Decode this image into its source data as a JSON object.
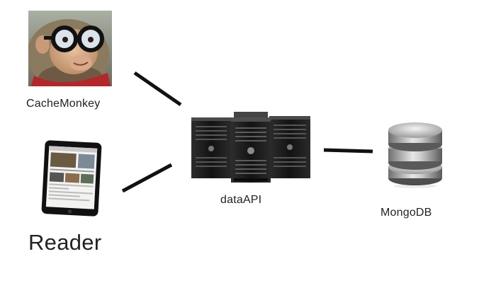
{
  "nodes": {
    "cache": {
      "label": "CacheMonkey"
    },
    "reader": {
      "label": "Reader"
    },
    "api": {
      "label": "dataAPI"
    },
    "db": {
      "label": "MongoDB"
    }
  },
  "colors": {
    "connector": "#111111",
    "label": "#222222",
    "background": "#ffffff"
  }
}
